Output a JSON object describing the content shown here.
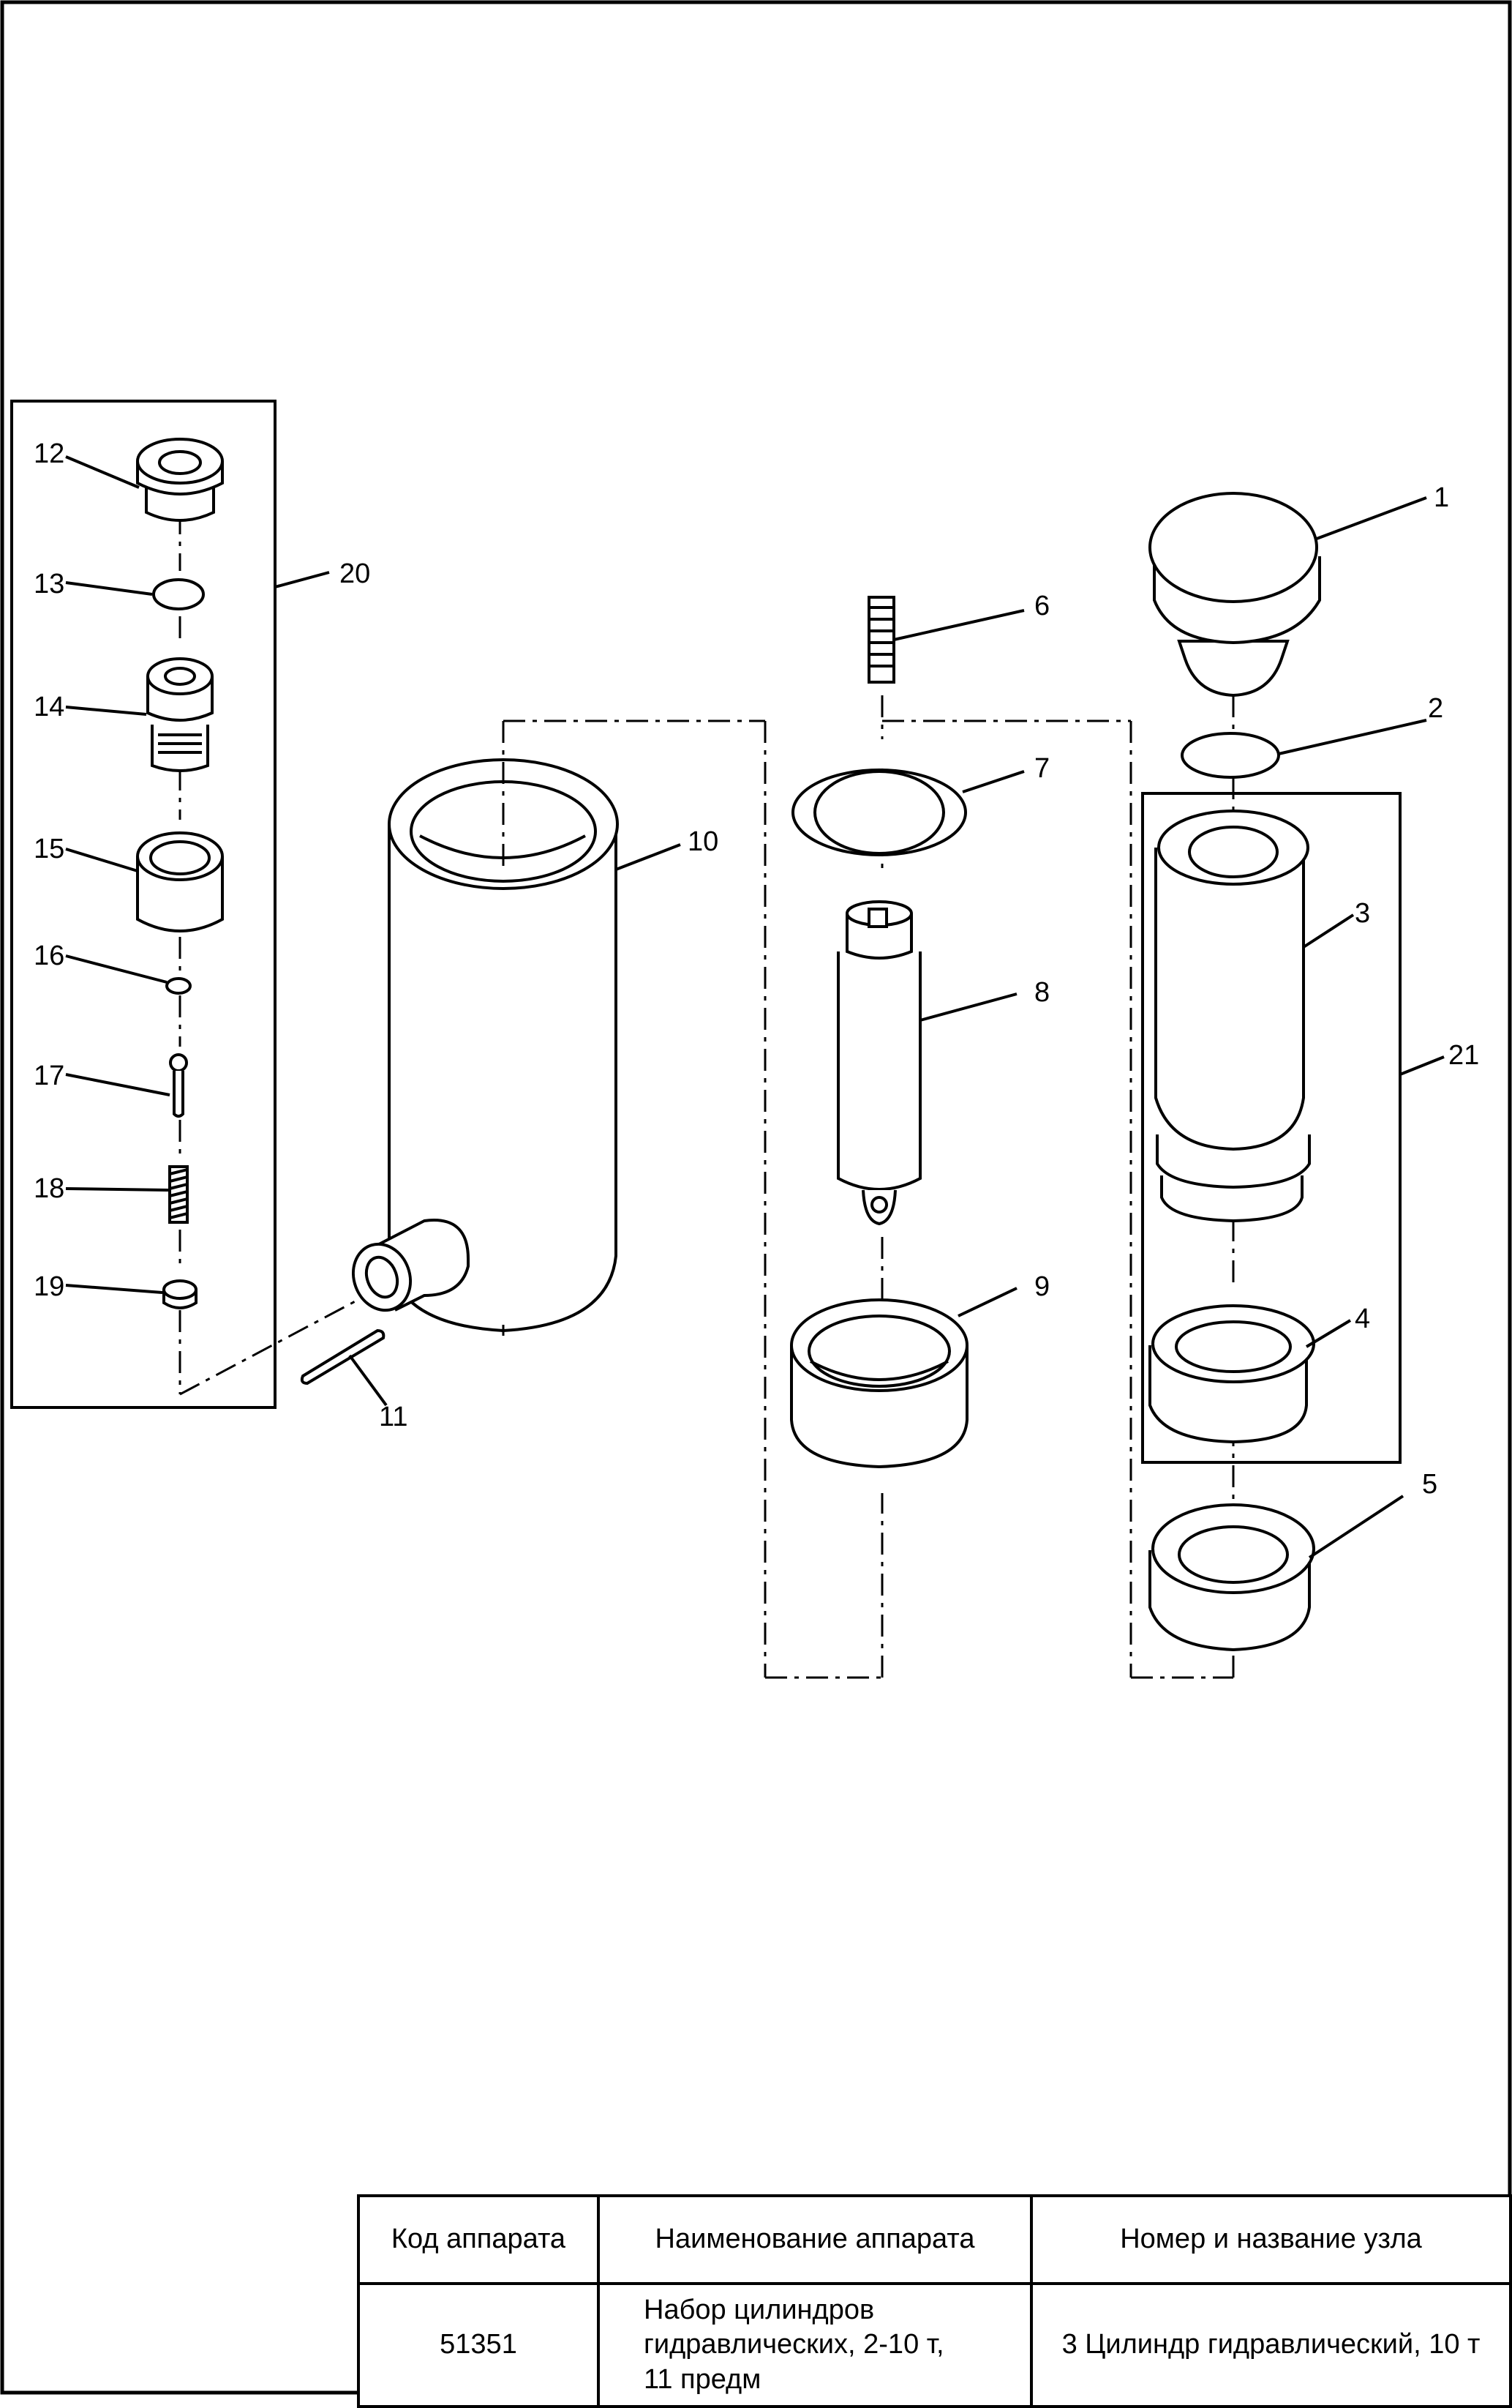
{
  "diagram": {
    "callouts": [
      "1",
      "2",
      "3",
      "4",
      "5",
      "6",
      "7",
      "8",
      "9",
      "10",
      "11",
      "12",
      "13",
      "14",
      "15",
      "16",
      "17",
      "18",
      "19",
      "20",
      "21"
    ]
  },
  "title_block": {
    "headers": {
      "code": "Код аппарата",
      "name": "Наименование аппарата",
      "node": "Номер и название узла"
    },
    "values": {
      "code": "51351",
      "name_lines": [
        "Набор цилиндров",
        "гидравлических, 2-10 т,",
        "11 предм"
      ],
      "node": "3 Цилиндр гидравлический, 10 т"
    }
  }
}
